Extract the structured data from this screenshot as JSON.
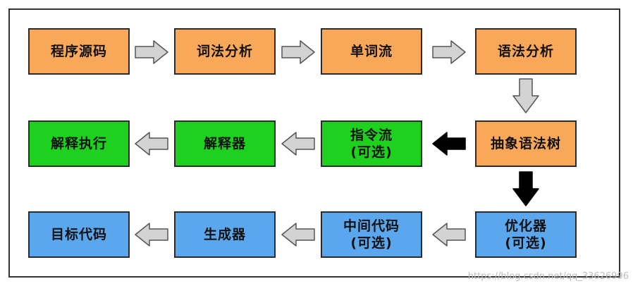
{
  "nodes": {
    "source_code": "程序源码",
    "lexical_analysis": "词法分析",
    "token_stream": "单词流",
    "syntax_analysis": "语法分析",
    "ast": "抽象语法树",
    "instruction_stream": {
      "line1": "指令流",
      "line2": "(可选)"
    },
    "interpreter": "解释器",
    "interpret_execute": "解释执行",
    "optimizer": {
      "line1": "优化器",
      "line2": "(可选)"
    },
    "intermediate_code": {
      "line1": "中间代码",
      "line2": "(可选)"
    },
    "generator": "生成器",
    "target_code": "目标代码"
  },
  "colors": {
    "orange": "#f9a85a",
    "green": "#1ed11e",
    "blue": "#5aa7ee",
    "gray_arrow": "#d3d3d3",
    "black_arrow": "#000000"
  },
  "watermark": "https://blog.csdn.net/qq_33626996"
}
